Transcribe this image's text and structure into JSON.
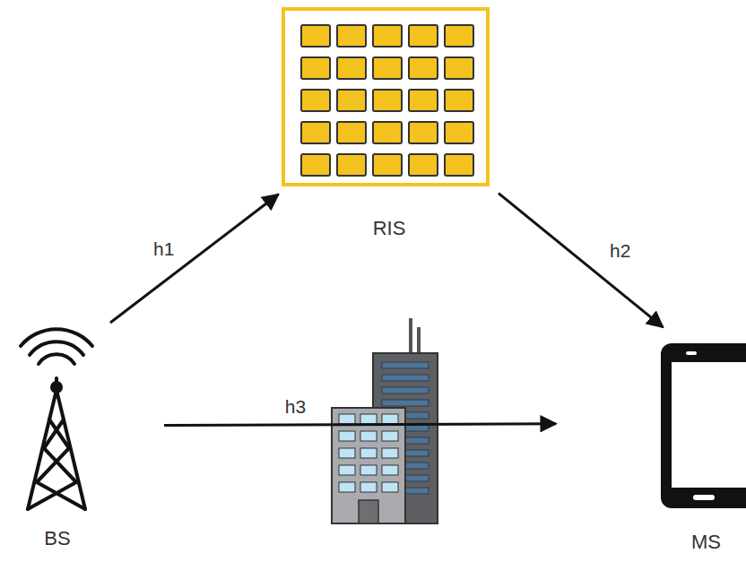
{
  "diagram": {
    "nodes": [
      {
        "text": [
          "RIS"
        ]
      },
      {
        "text": [
          "BS"
        ]
      },
      {
        "text": [
          "MS"
        ]
      }
    ],
    "edges": [
      {
        "from": 1,
        "to": 0,
        "label": "h1",
        "arrow": "to"
      },
      {
        "from": 0,
        "to": 2,
        "label": "h2",
        "arrow": "to"
      },
      {
        "from": 1,
        "to": 2,
        "label": "h3",
        "arrow": "to"
      }
    ]
  }
}
